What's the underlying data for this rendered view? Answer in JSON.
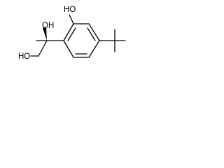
{
  "structure": {
    "labels": {
      "phenol_oh": "HO",
      "tertiary_oh": "OH",
      "primary_oh": "HO"
    },
    "colors": {
      "bond": "#000000",
      "text": "#000000",
      "background": "#ffffff"
    }
  }
}
